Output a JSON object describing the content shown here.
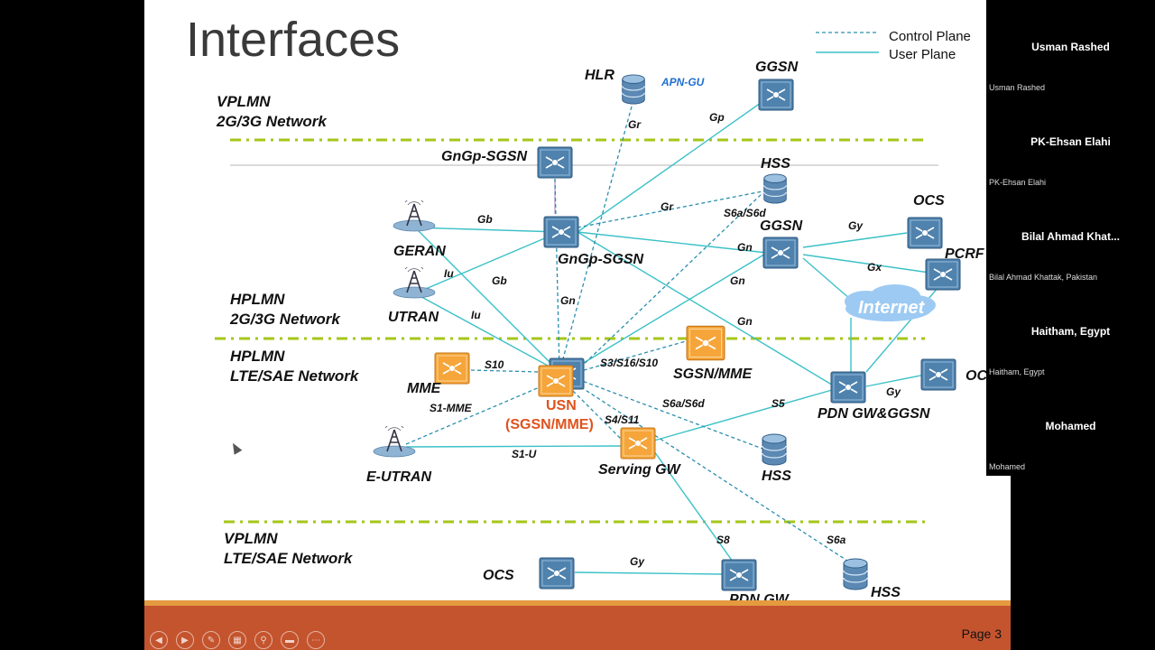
{
  "slide": {
    "title": "Interfaces",
    "legend": {
      "control": "Control Plane",
      "user": "User Plane"
    },
    "zones": {
      "vplmn_23g": [
        "VPLMN",
        "2G/3G Network"
      ],
      "hplmn_23g": [
        "HPLMN",
        "2G/3G Network"
      ],
      "hplmn_lte": [
        "HPLMN",
        "LTE/SAE Network"
      ],
      "vplmn_lte": [
        "VPLMN",
        "LTE/SAE Network"
      ]
    },
    "nodes": {
      "hlr": "HLR",
      "apn": "APN-GU",
      "ggsn_top": "GGSN",
      "gngp_sgsn_top": "GnGp-SGSN",
      "hss_top": "HSS",
      "ocs_right": "OCS",
      "ggsn_mid": "GGSN",
      "pcrf": "PCRF",
      "geran": "GERAN",
      "gngp_sgsn_mid": "GnGp-SGSN",
      "utran": "UTRAN",
      "internet": "Internet",
      "mme": "MME",
      "usn": "USN",
      "usn_sub": "(SGSN/MME)",
      "sgsn_mme": "SGSN/MME",
      "pdn_ggsn": "PDN GW&GGSN",
      "oc_right": "OC",
      "eutran": "E-UTRAN",
      "serving_gw": "Serving GW",
      "hss_mid": "HSS",
      "ocs_bottom": "OCS",
      "pdn_gw": "PDN GW",
      "hss_bottom": "HSS"
    },
    "interfaces": {
      "gr_hlr": "Gr",
      "gp": "Gp",
      "gr_hss": "Gr",
      "s6a_s6d_top": "S6a/S6d",
      "gb_geran": "Gb",
      "gy_ocs": "Gy",
      "gn_ggsn": "Gn",
      "gx": "Gx",
      "iu_utran": "Iu",
      "gb_usn": "Gb",
      "gn_sgsn": "Gn",
      "gn_usn": "Gn",
      "iu_usn": "Iu",
      "gn_pdn": "Gn",
      "s10": "S10",
      "s3": "S3/S16/S10",
      "gy_pdn": "Gy",
      "s6a_s6d_mid": "S6a/S6d",
      "s1mme": "S1-MME",
      "s5": "S5",
      "s4s11": "S4/S11",
      "s1u": "S1-U",
      "s8": "S8",
      "s6a": "S6a",
      "gy_bottom": "Gy"
    },
    "page_number": "Page 3"
  },
  "controls": [
    "prev-icon",
    "next-icon",
    "pen-icon",
    "slides-icon",
    "zoom-icon",
    "subtitle-icon",
    "more-icon"
  ],
  "participants": [
    {
      "name": "Usman Rashed",
      "caption": "Usman Rashed"
    },
    {
      "name": "PK-Ehsan Elahi",
      "caption": "PK-Ehsan Elahi"
    },
    {
      "name": "Bilal Ahmad Khat...",
      "caption": "Bilal Ahmad Khattak, Pakistan"
    },
    {
      "name": "Haitham, Egypt",
      "caption": "Haitham, Egypt"
    },
    {
      "name": "Mohamed",
      "caption": "Mohamed"
    }
  ]
}
